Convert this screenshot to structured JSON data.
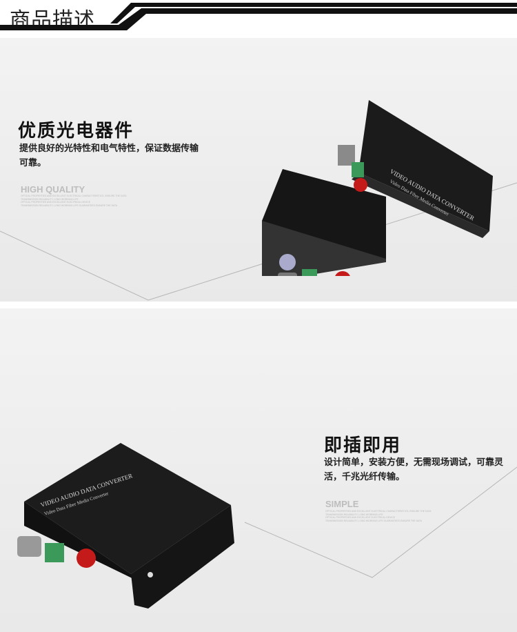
{
  "header": {
    "title": "商品描述"
  },
  "section1": {
    "title": "优质光电器件",
    "description": "提供良好的光特性和电气特性，保证数据传输可靠。",
    "english_title": "HIGH QUALITY",
    "english_text": "OPTICAL PROPERTIES AND EXCELLENT ELECTRICAL CHARACTERISTICS, ENSURE THE DATA\nTRANSMISSION RELIABILITY, LONG WORKING LIFE\nOPTICAL PROPERTIES AND EXCELLENT ELECTRICAL DEVICE\nTRANSMISSION RELIABILITY, LONG WORKING LIFE GUARANTEES ENSURE THE DATA",
    "device_label": "VIDEO AUDIO DATA CONVERTER",
    "device_sublabel": "Video Data Fiber Media Converter"
  },
  "section2": {
    "title": "即插即用",
    "description": "设计简单，安装方便，无需现场调试，可靠灵活，千兆光纤传输。",
    "english_title": "SIMPLE",
    "english_text": "OPTICAL PROPERTIES AND EXCELLENT ELECTRICAL CHARACTERISTICS, ENSURE THE DATA\nTRANSMISSION RELIABILITY, LONG WORKING LIFE\nOPTICAL PROPERTIES AND EXCELLENT ELECTRICAL DEVICE\nTRANSMISSION RELIABILITY, LONG WORKING LIFE GUARANTEES ENSURE THE DATA",
    "device_label": "VIDEO AUDIO DATA CONVERTER",
    "device_sublabel": "Video Data Fiber Media Converter"
  }
}
